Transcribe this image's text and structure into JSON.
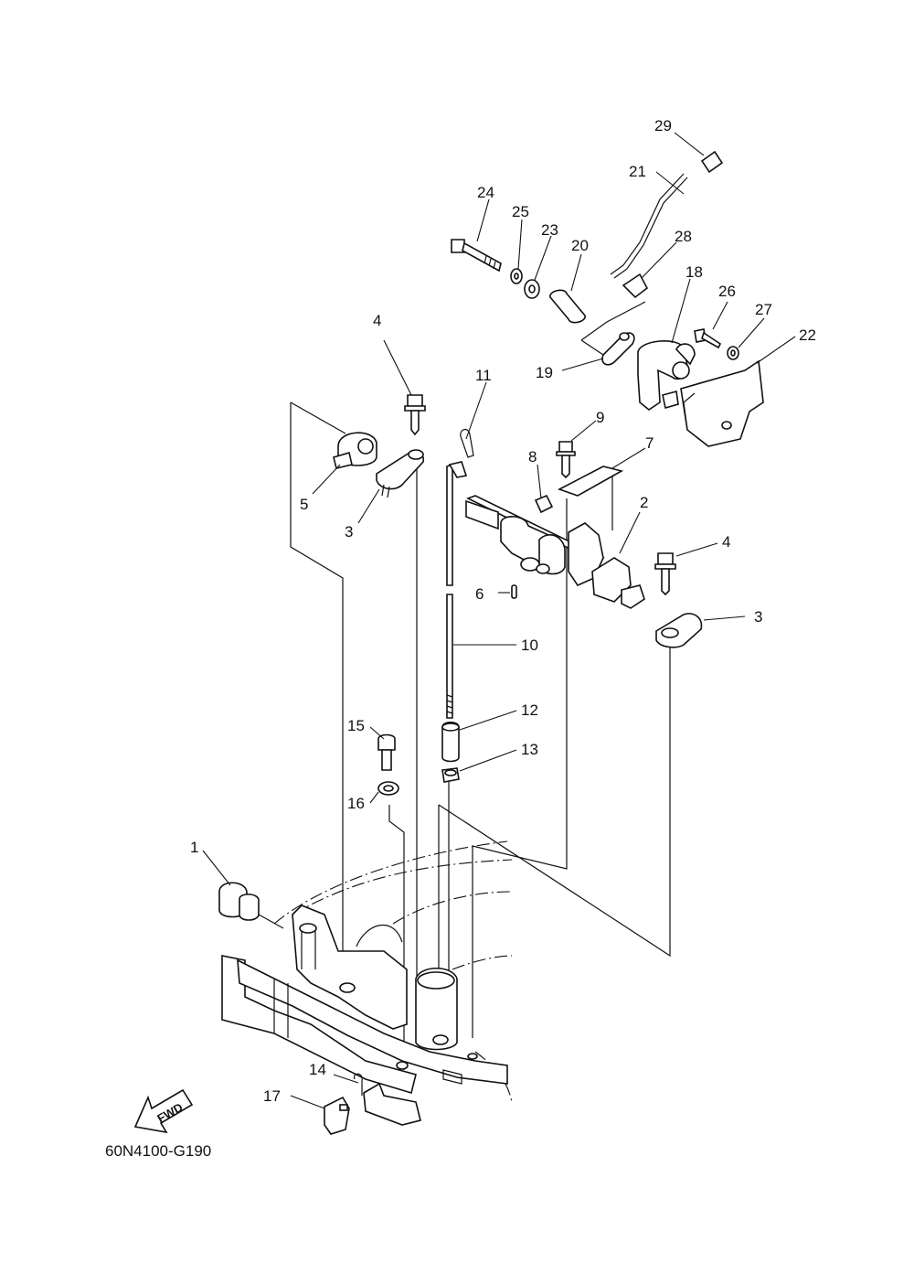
{
  "diagram": {
    "part_code": "60N4100-G190",
    "fwd_label": "FWD",
    "callouts": [
      {
        "id": "c1",
        "label": "1"
      },
      {
        "id": "c2",
        "label": "2"
      },
      {
        "id": "c3a",
        "label": "3"
      },
      {
        "id": "c3b",
        "label": "3"
      },
      {
        "id": "c4a",
        "label": "4"
      },
      {
        "id": "c4b",
        "label": "4"
      },
      {
        "id": "c5",
        "label": "5"
      },
      {
        "id": "c6",
        "label": "6"
      },
      {
        "id": "c7",
        "label": "7"
      },
      {
        "id": "c8",
        "label": "8"
      },
      {
        "id": "c9",
        "label": "9"
      },
      {
        "id": "c10",
        "label": "10"
      },
      {
        "id": "c11",
        "label": "11"
      },
      {
        "id": "c12",
        "label": "12"
      },
      {
        "id": "c13",
        "label": "13"
      },
      {
        "id": "c14",
        "label": "14"
      },
      {
        "id": "c15",
        "label": "15"
      },
      {
        "id": "c16",
        "label": "16"
      },
      {
        "id": "c17",
        "label": "17"
      },
      {
        "id": "c18",
        "label": "18"
      },
      {
        "id": "c19",
        "label": "19"
      },
      {
        "id": "c20",
        "label": "20"
      },
      {
        "id": "c21",
        "label": "21"
      },
      {
        "id": "c22",
        "label": "22"
      },
      {
        "id": "c23",
        "label": "23"
      },
      {
        "id": "c24",
        "label": "24"
      },
      {
        "id": "c25",
        "label": "25"
      },
      {
        "id": "c26",
        "label": "26"
      },
      {
        "id": "c27",
        "label": "27"
      },
      {
        "id": "c28",
        "label": "28"
      },
      {
        "id": "c29",
        "label": "29"
      }
    ]
  }
}
